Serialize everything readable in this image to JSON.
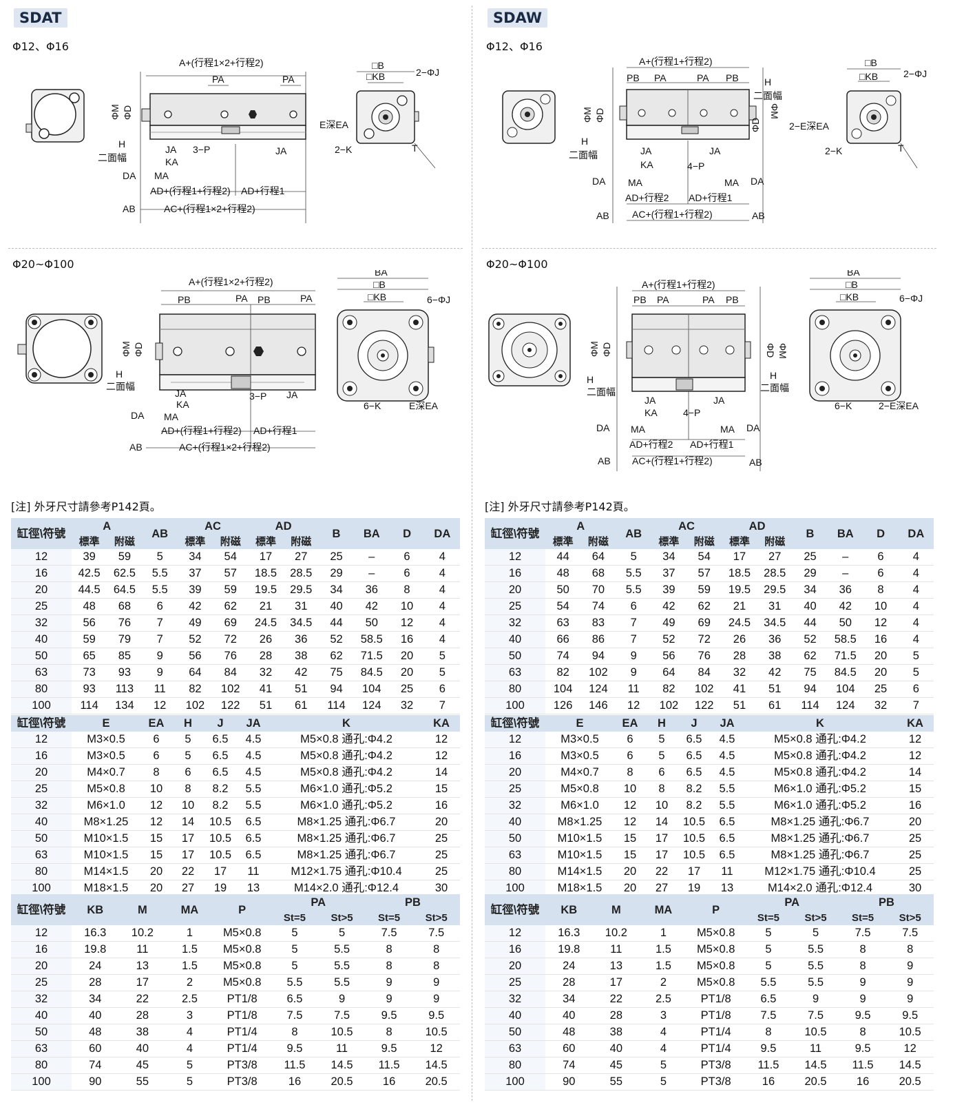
{
  "left": {
    "model": "SDAT",
    "sub_small": "Φ12、Φ16",
    "sub_large": "Φ20~Φ100",
    "note": "[注] 外牙尺寸請參考P142頁。",
    "labels_small": {
      "len_total": "A+(行程1×2+行程2)",
      "pa1": "PA",
      "pa2": "PA",
      "b": "□B",
      "kb": "□KB",
      "j": "2−ΦJ",
      "m": "ΦM",
      "d": "ΦD",
      "h": "H",
      "hface": "二面幅",
      "ea": "E深EA",
      "k": "2−K",
      "t": "T",
      "ja1": "JA",
      "ka": "KA",
      "p": "3−P",
      "ja2": "JA",
      "da": "DA",
      "ma": "MA",
      "ad1": "AD+(行程1+行程2)",
      "ad2": "AD+行程1",
      "ab": "AB",
      "ac": "AC+(行程1×2+行程2)"
    },
    "labels_large": {
      "len_total": "A+(行程1×2+行程2)",
      "pb1": "PB",
      "pa1": "PA",
      "pb2": "PB",
      "pa2": "PA",
      "ba": "BA",
      "b": "□B",
      "kb": "□KB",
      "j": "6−ΦJ",
      "m": "ΦM",
      "d": "ΦD",
      "h": "H",
      "hface": "二面幅",
      "ja1": "JA",
      "ka": "KA",
      "p": "3−P",
      "ja2": "JA",
      "k": "6−K",
      "ea": "E深EA",
      "da": "DA",
      "ma": "MA",
      "ad1": "AD+(行程1+行程2)",
      "ad2": "AD+行程1",
      "ab": "AB",
      "ac": "AC+(行程1×2+行程2)"
    },
    "table1": {
      "h_bore": "缸徑\\符號",
      "h_a": "A",
      "h_ab": "AB",
      "h_ac": "AC",
      "h_ad": "AD",
      "h_b": "B",
      "h_ba": "BA",
      "h_d": "D",
      "h_da": "DA",
      "h_std": "標準",
      "h_mag": "附磁",
      "rows": [
        [
          "12",
          "39",
          "59",
          "5",
          "34",
          "54",
          "17",
          "27",
          "25",
          "–",
          "6",
          "4"
        ],
        [
          "16",
          "42.5",
          "62.5",
          "5.5",
          "37",
          "57",
          "18.5",
          "28.5",
          "29",
          "–",
          "6",
          "4"
        ],
        [
          "20",
          "44.5",
          "64.5",
          "5.5",
          "39",
          "59",
          "19.5",
          "29.5",
          "34",
          "36",
          "8",
          "4"
        ],
        [
          "25",
          "48",
          "68",
          "6",
          "42",
          "62",
          "21",
          "31",
          "40",
          "42",
          "10",
          "4"
        ],
        [
          "32",
          "56",
          "76",
          "7",
          "49",
          "69",
          "24.5",
          "34.5",
          "44",
          "50",
          "12",
          "4"
        ],
        [
          "40",
          "59",
          "79",
          "7",
          "52",
          "72",
          "26",
          "36",
          "52",
          "58.5",
          "16",
          "4"
        ],
        [
          "50",
          "65",
          "85",
          "9",
          "56",
          "76",
          "28",
          "38",
          "62",
          "71.5",
          "20",
          "5"
        ],
        [
          "63",
          "73",
          "93",
          "9",
          "64",
          "84",
          "32",
          "42",
          "75",
          "84.5",
          "20",
          "5"
        ],
        [
          "80",
          "93",
          "113",
          "11",
          "82",
          "102",
          "41",
          "51",
          "94",
          "104",
          "25",
          "6"
        ],
        [
          "100",
          "114",
          "134",
          "12",
          "102",
          "122",
          "51",
          "61",
          "114",
          "124",
          "32",
          "7"
        ]
      ]
    },
    "table2": {
      "headers": [
        "缸徑\\符號",
        "E",
        "EA",
        "H",
        "J",
        "JA",
        "K",
        "KA"
      ],
      "rows": [
        [
          "12",
          "M3×0.5",
          "6",
          "5",
          "6.5",
          "4.5",
          "M5×0.8 通孔:Φ4.2",
          "12"
        ],
        [
          "16",
          "M3×0.5",
          "6",
          "5",
          "6.5",
          "4.5",
          "M5×0.8 通孔:Φ4.2",
          "12"
        ],
        [
          "20",
          "M4×0.7",
          "8",
          "6",
          "6.5",
          "4.5",
          "M5×0.8 通孔:Φ4.2",
          "14"
        ],
        [
          "25",
          "M5×0.8",
          "10",
          "8",
          "8.2",
          "5.5",
          "M6×1.0 通孔:Φ5.2",
          "15"
        ],
        [
          "32",
          "M6×1.0",
          "12",
          "10",
          "8.2",
          "5.5",
          "M6×1.0 通孔:Φ5.2",
          "16"
        ],
        [
          "40",
          "M8×1.25",
          "12",
          "14",
          "10.5",
          "6.5",
          "M8×1.25 通孔:Φ6.7",
          "20"
        ],
        [
          "50",
          "M10×1.5",
          "15",
          "17",
          "10.5",
          "6.5",
          "M8×1.25 通孔:Φ6.7",
          "25"
        ],
        [
          "63",
          "M10×1.5",
          "15",
          "17",
          "10.5",
          "6.5",
          "M8×1.25 通孔:Φ6.7",
          "25"
        ],
        [
          "80",
          "M14×1.5",
          "20",
          "22",
          "17",
          "11",
          "M12×1.75 通孔:Φ10.4",
          "25"
        ],
        [
          "100",
          "M18×1.5",
          "20",
          "27",
          "19",
          "13",
          "M14×2.0 通孔:Φ12.4",
          "30"
        ]
      ]
    },
    "table3": {
      "h_bore": "缸徑\\符號",
      "h_kb": "KB",
      "h_m": "M",
      "h_ma": "MA",
      "h_p": "P",
      "h_pa": "PA",
      "h_pb": "PB",
      "h_st5": "St=5",
      "h_stg5": "St>5",
      "rows": [
        [
          "12",
          "16.3",
          "10.2",
          "1",
          "M5×0.8",
          "5",
          "5",
          "7.5",
          "7.5"
        ],
        [
          "16",
          "19.8",
          "11",
          "1.5",
          "M5×0.8",
          "5",
          "5.5",
          "8",
          "8"
        ],
        [
          "20",
          "24",
          "13",
          "1.5",
          "M5×0.8",
          "5",
          "5.5",
          "8",
          "8"
        ],
        [
          "25",
          "28",
          "17",
          "2",
          "M5×0.8",
          "5.5",
          "5.5",
          "9",
          "9"
        ],
        [
          "32",
          "34",
          "22",
          "2.5",
          "PT1/8",
          "6.5",
          "9",
          "9",
          "9"
        ],
        [
          "40",
          "40",
          "28",
          "3",
          "PT1/8",
          "7.5",
          "7.5",
          "9.5",
          "9.5"
        ],
        [
          "50",
          "48",
          "38",
          "4",
          "PT1/4",
          "8",
          "10.5",
          "8",
          "10.5"
        ],
        [
          "63",
          "60",
          "40",
          "4",
          "PT1/4",
          "9.5",
          "11",
          "9.5",
          "12"
        ],
        [
          "80",
          "74",
          "45",
          "5",
          "PT3/8",
          "11.5",
          "14.5",
          "11.5",
          "14.5"
        ],
        [
          "100",
          "90",
          "55",
          "5",
          "PT3/8",
          "16",
          "20.5",
          "16",
          "20.5"
        ]
      ]
    }
  },
  "right": {
    "model": "SDAW",
    "sub_small": "Φ12、Φ16",
    "sub_large": "Φ20~Φ100",
    "note": "[注] 外牙尺寸請參考P142頁。",
    "labels_small": {
      "len_total": "A+(行程1+行程2)",
      "pb1": "PB",
      "pa1": "PA",
      "pa2": "PA",
      "pb2": "PB",
      "b": "□B",
      "kb": "□KB",
      "j": "2−ΦJ",
      "m": "ΦM",
      "d": "ΦD",
      "m2": "ΦM",
      "d2": "ΦD",
      "h": "H",
      "hface": "二面幅",
      "h2": "H",
      "hface2": "二面幅",
      "ea": "2−E深EA",
      "k": "2−K",
      "t": "T",
      "ja1": "JA",
      "ka": "KA",
      "p": "4−P",
      "ja2": "JA",
      "da": "DA",
      "ma": "MA",
      "ma2": "MA",
      "da2": "DA",
      "ad1": "AD+行程2",
      "ad2": "AD+行程1",
      "ab": "AB",
      "ac": "AC+(行程1+行程2)",
      "ab2": "AB"
    },
    "labels_large": {
      "len_total": "A+(行程1+行程2)",
      "pb1": "PB",
      "pa1": "PA",
      "pa2": "PA",
      "pb2": "PB",
      "ba": "BA",
      "b": "□B",
      "kb": "□KB",
      "j": "6−ΦJ",
      "m": "ΦM",
      "d": "ΦD",
      "m2": "ΦM",
      "d2": "ΦD",
      "h": "H",
      "hface": "二面幅",
      "h2": "H",
      "hface2": "二面幅",
      "ja1": "JA",
      "ka": "KA",
      "p": "4−P",
      "ja2": "JA",
      "k": "6−K",
      "ea": "2−E深EA",
      "da": "DA",
      "ma": "MA",
      "ma2": "MA",
      "da2": "DA",
      "ad1": "AD+行程2",
      "ad2": "AD+行程1",
      "ab": "AB",
      "ac": "AC+(行程1+行程2)",
      "ab2": "AB"
    },
    "table1": {
      "h_bore": "缸徑\\符號",
      "h_a": "A",
      "h_ab": "AB",
      "h_ac": "AC",
      "h_ad": "AD",
      "h_b": "B",
      "h_ba": "BA",
      "h_d": "D",
      "h_da": "DA",
      "h_std": "標準",
      "h_mag": "附磁",
      "rows": [
        [
          "12",
          "44",
          "64",
          "5",
          "34",
          "54",
          "17",
          "27",
          "25",
          "–",
          "6",
          "4"
        ],
        [
          "16",
          "48",
          "68",
          "5.5",
          "37",
          "57",
          "18.5",
          "28.5",
          "29",
          "–",
          "6",
          "4"
        ],
        [
          "20",
          "50",
          "70",
          "5.5",
          "39",
          "59",
          "19.5",
          "29.5",
          "34",
          "36",
          "8",
          "4"
        ],
        [
          "25",
          "54",
          "74",
          "6",
          "42",
          "62",
          "21",
          "31",
          "40",
          "42",
          "10",
          "4"
        ],
        [
          "32",
          "63",
          "83",
          "7",
          "49",
          "69",
          "24.5",
          "34.5",
          "44",
          "50",
          "12",
          "4"
        ],
        [
          "40",
          "66",
          "86",
          "7",
          "52",
          "72",
          "26",
          "36",
          "52",
          "58.5",
          "16",
          "4"
        ],
        [
          "50",
          "74",
          "94",
          "9",
          "56",
          "76",
          "28",
          "38",
          "62",
          "71.5",
          "20",
          "5"
        ],
        [
          "63",
          "82",
          "102",
          "9",
          "64",
          "84",
          "32",
          "42",
          "75",
          "84.5",
          "20",
          "5"
        ],
        [
          "80",
          "104",
          "124",
          "11",
          "82",
          "102",
          "41",
          "51",
          "94",
          "104",
          "25",
          "6"
        ],
        [
          "100",
          "126",
          "146",
          "12",
          "102",
          "122",
          "51",
          "61",
          "114",
          "124",
          "32",
          "7"
        ]
      ]
    },
    "table2": {
      "headers": [
        "缸徑\\符號",
        "E",
        "EA",
        "H",
        "J",
        "JA",
        "K",
        "KA"
      ],
      "rows": [
        [
          "12",
          "M3×0.5",
          "6",
          "5",
          "6.5",
          "4.5",
          "M5×0.8 通孔:Φ4.2",
          "12"
        ],
        [
          "16",
          "M3×0.5",
          "6",
          "5",
          "6.5",
          "4.5",
          "M5×0.8 通孔:Φ4.2",
          "12"
        ],
        [
          "20",
          "M4×0.7",
          "8",
          "6",
          "6.5",
          "4.5",
          "M5×0.8 通孔:Φ4.2",
          "14"
        ],
        [
          "25",
          "M5×0.8",
          "10",
          "8",
          "8.2",
          "5.5",
          "M6×1.0 通孔:Φ5.2",
          "15"
        ],
        [
          "32",
          "M6×1.0",
          "12",
          "10",
          "8.2",
          "5.5",
          "M6×1.0 通孔:Φ5.2",
          "16"
        ],
        [
          "40",
          "M8×1.25",
          "12",
          "14",
          "10.5",
          "6.5",
          "M8×1.25 通孔:Φ6.7",
          "20"
        ],
        [
          "50",
          "M10×1.5",
          "15",
          "17",
          "10.5",
          "6.5",
          "M8×1.25 通孔:Φ6.7",
          "25"
        ],
        [
          "63",
          "M10×1.5",
          "15",
          "17",
          "10.5",
          "6.5",
          "M8×1.25 通孔:Φ6.7",
          "25"
        ],
        [
          "80",
          "M14×1.5",
          "20",
          "22",
          "17",
          "11",
          "M12×1.75 通孔:Φ10.4",
          "25"
        ],
        [
          "100",
          "M18×1.5",
          "20",
          "27",
          "19",
          "13",
          "M14×2.0 通孔:Φ12.4",
          "30"
        ]
      ]
    },
    "table3": {
      "h_bore": "缸徑\\符號",
      "h_kb": "KB",
      "h_m": "M",
      "h_ma": "MA",
      "h_p": "P",
      "h_pa": "PA",
      "h_pb": "PB",
      "h_st5": "St=5",
      "h_stg5": "St>5",
      "rows": [
        [
          "12",
          "16.3",
          "10.2",
          "1",
          "M5×0.8",
          "5",
          "5",
          "7.5",
          "7.5"
        ],
        [
          "16",
          "19.8",
          "11",
          "1.5",
          "M5×0.8",
          "5",
          "5.5",
          "8",
          "8"
        ],
        [
          "20",
          "24",
          "13",
          "1.5",
          "M5×0.8",
          "5",
          "5.5",
          "8",
          "9"
        ],
        [
          "25",
          "28",
          "17",
          "2",
          "M5×0.8",
          "5.5",
          "5.5",
          "9",
          "9"
        ],
        [
          "32",
          "34",
          "22",
          "2.5",
          "PT1/8",
          "6.5",
          "9",
          "9",
          "9"
        ],
        [
          "40",
          "40",
          "28",
          "3",
          "PT1/8",
          "7.5",
          "7.5",
          "9.5",
          "9.5"
        ],
        [
          "50",
          "48",
          "38",
          "4",
          "PT1/4",
          "8",
          "10.5",
          "8",
          "10.5"
        ],
        [
          "63",
          "60",
          "40",
          "4",
          "PT1/4",
          "9.5",
          "11",
          "9.5",
          "12"
        ],
        [
          "80",
          "74",
          "45",
          "5",
          "PT3/8",
          "11.5",
          "14.5",
          "11.5",
          "14.5"
        ],
        [
          "100",
          "90",
          "55",
          "5",
          "PT3/8",
          "16",
          "20.5",
          "16",
          "20.5"
        ]
      ]
    }
  }
}
